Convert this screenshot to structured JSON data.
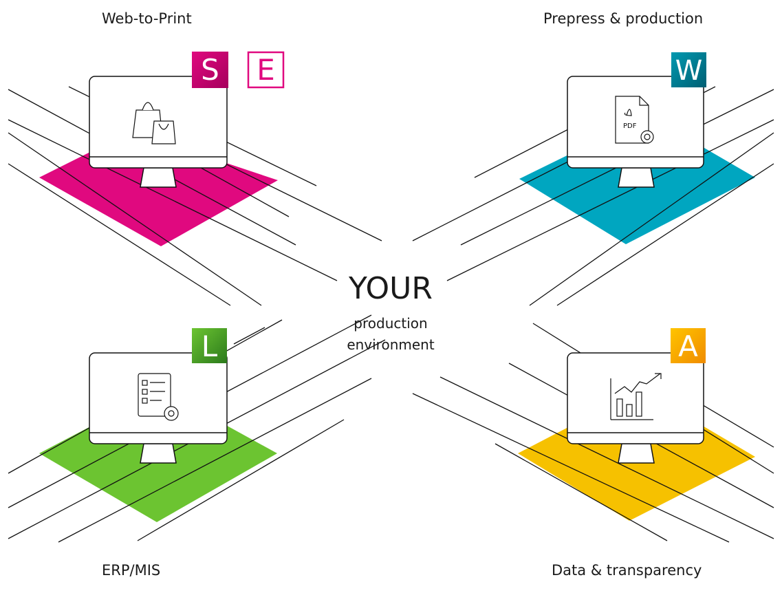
{
  "center": {
    "title": "YOUR",
    "line1": "production",
    "line2": "environment"
  },
  "quadrants": {
    "top_left": {
      "label": "Web-to-Print",
      "badges": [
        "S",
        "E"
      ],
      "color": "#e0097f",
      "icon": "shopping-bags-icon"
    },
    "top_right": {
      "label": "Prepress & production",
      "badges": [
        "W"
      ],
      "color": "#00a6c0",
      "icon": "pdf-document-gear-icon"
    },
    "bottom_left": {
      "label": "ERP/MIS",
      "badges": [
        "L"
      ],
      "color": "#6cc431",
      "icon": "checklist-gear-icon"
    },
    "bottom_right": {
      "label": "Data & transparency",
      "badges": [
        "A"
      ],
      "color": "#f6c100",
      "icon": "chart-growth-icon"
    }
  },
  "icons": {
    "pdf_text": "PDF"
  },
  "colors": {
    "magenta": "#e0097f",
    "teal": "#00a6c0",
    "green": "#6cc431",
    "yellow": "#f6c100",
    "line": "#111111"
  }
}
